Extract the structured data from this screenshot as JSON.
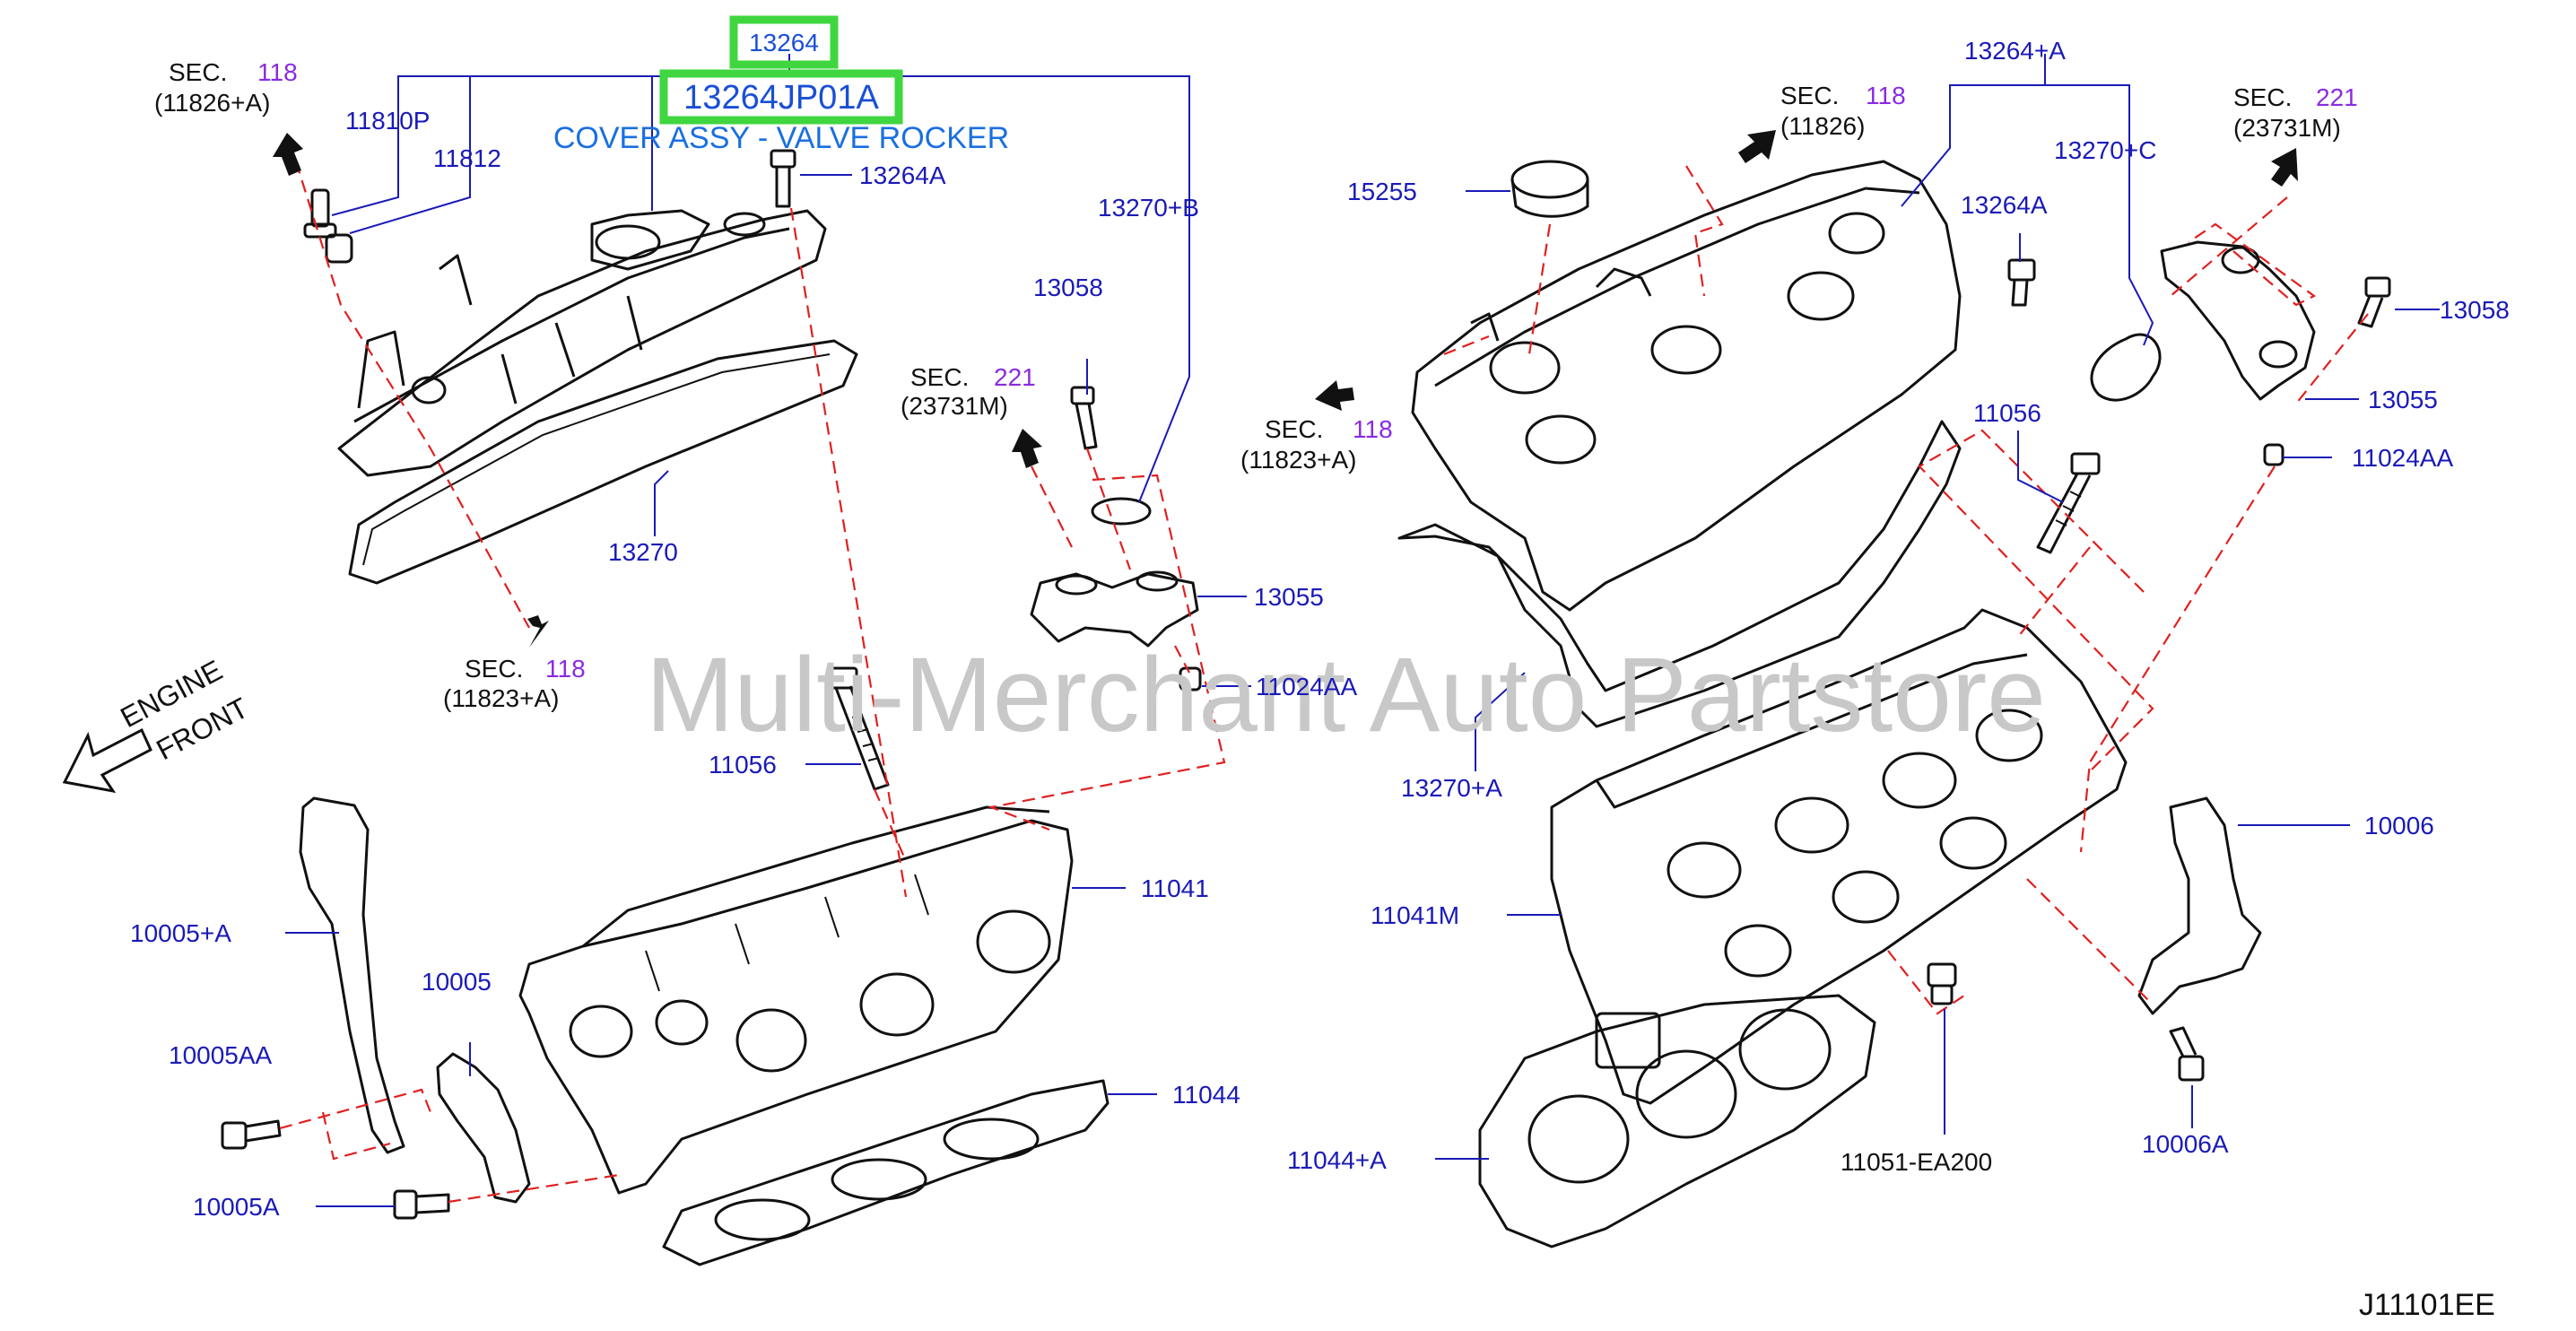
{
  "title_part": "13264",
  "part_number": "13264JP01A",
  "description": "COVER ASSY - VALVE ROCKER",
  "watermark": "Multi-Merchant Auto Partstore",
  "diagram_code": "J11101EE",
  "engine_front": [
    "ENGINE",
    "FRONT"
  ],
  "sec_refs": [
    {
      "sec": "SEC.",
      "num": "118",
      "ref": "(11826+A)"
    },
    {
      "sec": "SEC.",
      "num": "118",
      "ref": "(11823+A)"
    },
    {
      "sec": "SEC.",
      "num": "221",
      "ref": "(23731M)"
    },
    {
      "sec": "SEC.",
      "num": "118",
      "ref": "(11826)"
    },
    {
      "sec": "SEC.",
      "num": "118",
      "ref": "(11823+A)"
    },
    {
      "sec": "SEC.",
      "num": "221",
      "ref": "(23731M)"
    }
  ],
  "labels": {
    "l11810P": "11810P",
    "l11812": "11812",
    "l13264A_left": "13264A",
    "l13270B": "13270+B",
    "l13058_left": "13058",
    "l13270": "13270",
    "l13055_left": "13055",
    "l11024AA_left": "11024AA",
    "l11056_left": "11056",
    "l11041": "11041",
    "l10005A_plus": "10005+A",
    "l10005": "10005",
    "l10005AA": "10005AA",
    "l11044": "11044",
    "l10005A": "10005A",
    "l13264A_plus": "13264+A",
    "l15255": "15255",
    "l13270C": "13270+C",
    "l13264A_right": "13264A",
    "l13058_right": "13058",
    "l13055_right": "13055",
    "l11056_right": "11056",
    "l11024AA_right": "11024AA",
    "l13270A": "13270+A",
    "l10006": "10006",
    "l11041M": "11041M",
    "l11044A": "11044+A",
    "l11051": "11051-EA200",
    "l10006A": "10006A"
  }
}
